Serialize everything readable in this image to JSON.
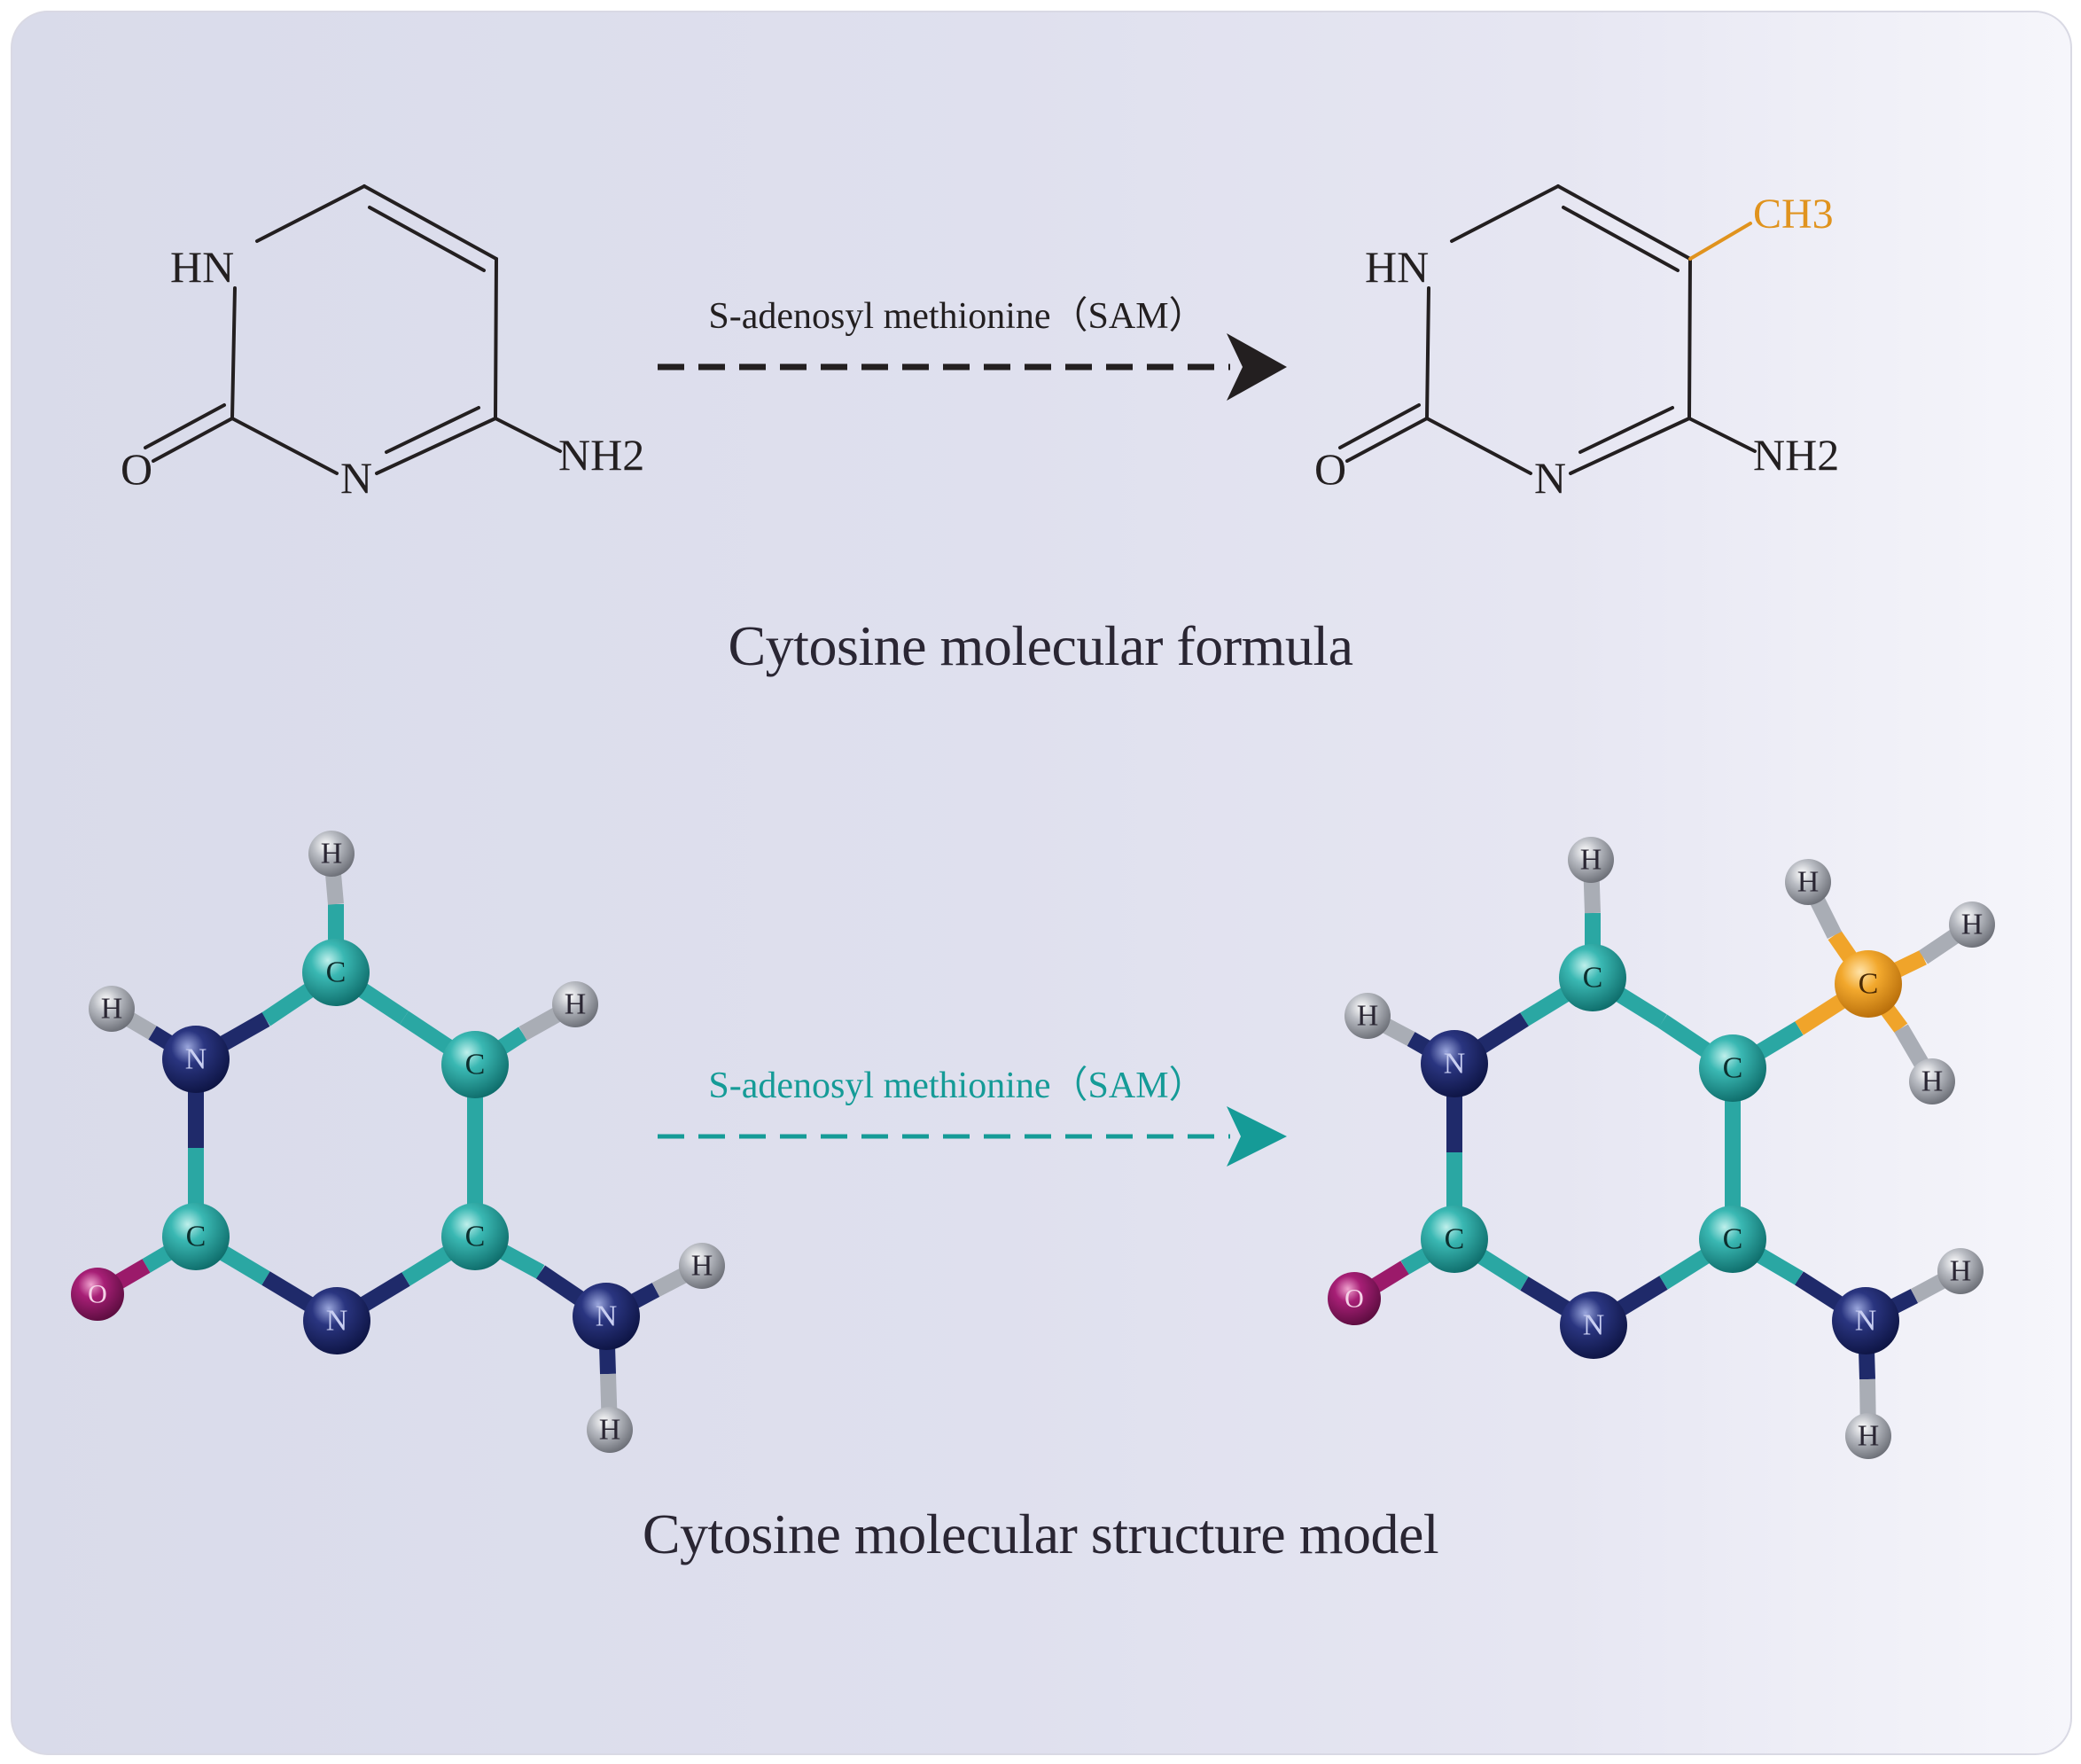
{
  "formula_section": {
    "reagent_label": "S-adenosyl methionine（SAM）",
    "caption": "Cytosine molecular formula",
    "left_molecule": {
      "hn": "HN",
      "o": "O",
      "n": "N",
      "nh2": "NH2"
    },
    "right_molecule": {
      "hn": "HN",
      "o": "O",
      "n": "N",
      "nh2": "NH2",
      "ch3": "CH3"
    }
  },
  "model_section": {
    "reagent_label": "S-adenosyl methionine（SAM）",
    "caption": "Cytosine molecular structure model",
    "atoms": {
      "carbon": "C",
      "nitrogen": "N",
      "oxygen": "O",
      "hydrogen": "H"
    }
  },
  "colors": {
    "carbon": "#2aa7a3",
    "nitrogen": "#1f2a6a",
    "oxygen": "#9b1a6a",
    "hydrogen": "#a9adb5",
    "methyl_carbon": "#f0a42a",
    "ch3_label": "#e0931e",
    "formula_lines": "#231f20",
    "model_arrow": "#159b97"
  }
}
